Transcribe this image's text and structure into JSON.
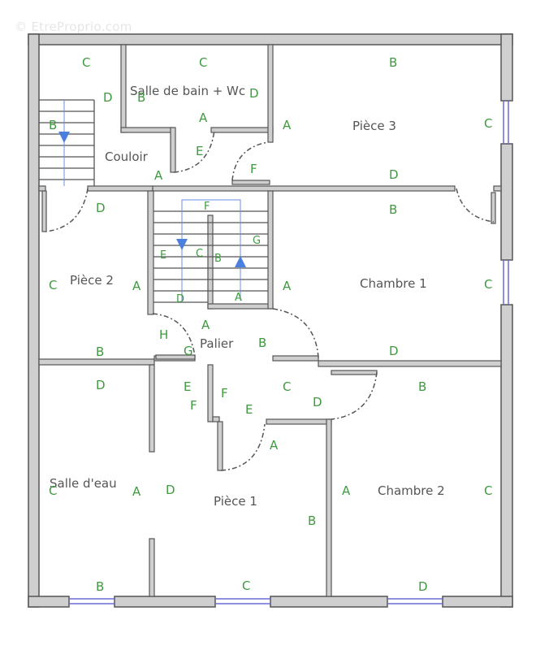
{
  "watermark": "© EtreProprio.com",
  "colors": {
    "wall_fill": "#cfcfcf",
    "wall_stroke": "#555555",
    "window": "#6b6bd6",
    "stair_arrow": "#4a7fe0",
    "wall_letter": "#3f9a3f",
    "room_text": "#555555"
  },
  "rooms": {
    "salle_de_bain": {
      "name": "Salle de bain + Wc",
      "walls": [
        "C",
        "D",
        "A",
        "B"
      ]
    },
    "couloir": {
      "name": "Couloir",
      "walls": [
        "C",
        "D",
        "A",
        "B",
        "E"
      ]
    },
    "piece3": {
      "name": "Pièce 3",
      "walls": [
        "B",
        "A",
        "C",
        "D",
        "F"
      ]
    },
    "piece2": {
      "name": "Pièce 2",
      "walls": [
        "D",
        "C",
        "A",
        "B"
      ]
    },
    "chambre1": {
      "name": "Chambre 1",
      "walls": [
        "B",
        "A",
        "C",
        "D"
      ]
    },
    "palier": {
      "name": "Palier",
      "walls": [
        "A",
        "B",
        "H",
        "G",
        "E",
        "F",
        "C",
        "D"
      ]
    },
    "stairs": {
      "walls": [
        "F",
        "E",
        "C",
        "B",
        "G",
        "D",
        "A"
      ]
    },
    "salle_deau": {
      "name": "Salle d'eau",
      "walls": [
        "D",
        "C",
        "A",
        "B"
      ]
    },
    "piece1": {
      "name": "Pièce 1",
      "walls": [
        "E",
        "F",
        "D",
        "A",
        "B",
        "C"
      ]
    },
    "chambre2": {
      "name": "Chambre 2",
      "walls": [
        "B",
        "A",
        "C",
        "D"
      ]
    }
  },
  "letters": {
    "couloir_c": "C",
    "couloir_d": "D",
    "couloir_b": "B",
    "couloir_a": "A",
    "sdb_c": "C",
    "sdb_b": "B",
    "sdb_d": "D",
    "sdb_a": "A",
    "sdb_e": "E",
    "p3_b": "B",
    "p3_a": "A",
    "p3_c": "C",
    "p3_d": "D",
    "p3_f": "F",
    "p2_d": "D",
    "p2_c": "C",
    "p2_a": "A",
    "p2_b": "B",
    "st_f": "F",
    "st_e": "E",
    "st_c": "C",
    "st_b": "B",
    "st_g": "G",
    "st_d": "D",
    "st_a": "A",
    "ch1_b": "B",
    "ch1_a": "A",
    "ch1_c": "C",
    "ch1_d": "D",
    "pal_a": "A",
    "pal_h": "H",
    "pal_g": "G",
    "pal_b": "B",
    "pal_c": "C",
    "pal_d": "D",
    "pal_e": "E",
    "pal_f": "F",
    "sde_d": "D",
    "sde_c": "C",
    "sde_a": "A",
    "sde_b": "B",
    "p1_e": "E",
    "p1_f": "F",
    "p1_d": "D",
    "p1_a": "A",
    "p1_b": "B",
    "p1_c": "C",
    "ch2_b": "B",
    "ch2_a": "A",
    "ch2_c": "C",
    "ch2_d": "D"
  }
}
